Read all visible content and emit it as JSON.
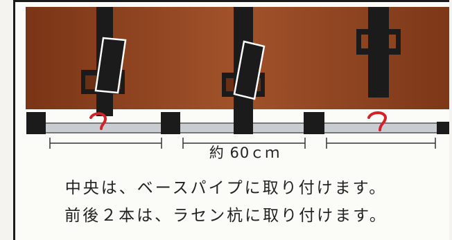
{
  "measurement": {
    "label": "約 60ｃｍ"
  },
  "captions": [
    "中央は、ベースパイプに取り付けます。",
    "前後２本は、ラセン杭に取り付けます。"
  ],
  "icons": {
    "wall": "wooden-board-wall",
    "post": "vertical-post",
    "clamp": "black-clamp",
    "panel": "tilted-white-panel",
    "hook": "red-question-hook",
    "pipe": "base-pipe",
    "stake": "screw-stake"
  },
  "colors": {
    "wood_dark": "#6b2f14",
    "wood_mid": "#9a4a22",
    "post": "#1b1b1b",
    "hook": "#d4212a",
    "pipe": "#c9ccd0"
  }
}
